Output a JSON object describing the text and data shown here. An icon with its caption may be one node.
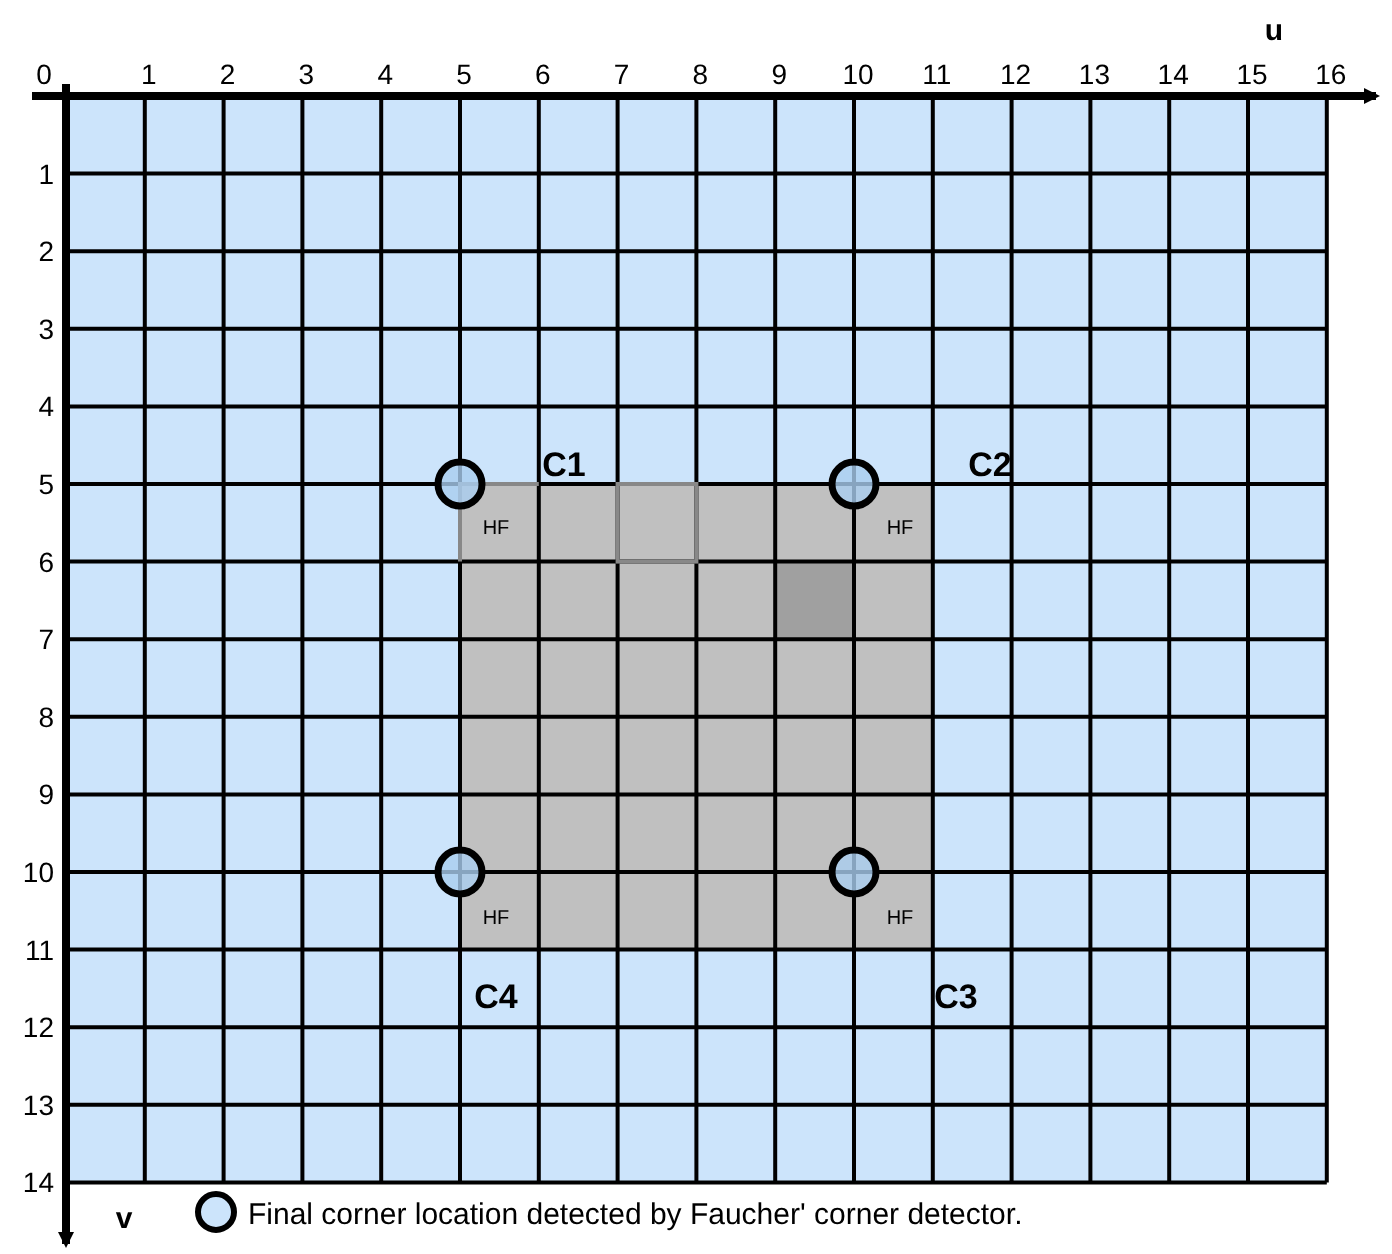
{
  "diagram": {
    "labels": [
      "u",
      "0",
      "1",
      "2",
      "3",
      "4",
      "5",
      "6",
      "7",
      "8",
      "9",
      "10",
      "11",
      "12",
      "13",
      "14",
      "15",
      "16",
      "1",
      "2",
      "3",
      "4",
      "5",
      "C1",
      "C2",
      "HF",
      "HF",
      "6",
      "7",
      "8",
      "9",
      "10",
      "HF",
      "HF",
      "11",
      "C4",
      "C3",
      "12",
      "13",
      "14",
      "v"
    ],
    "legend": [
      {
        "text": "Final corner location detected by Faucher' corner detector."
      }
    ]
  }
}
